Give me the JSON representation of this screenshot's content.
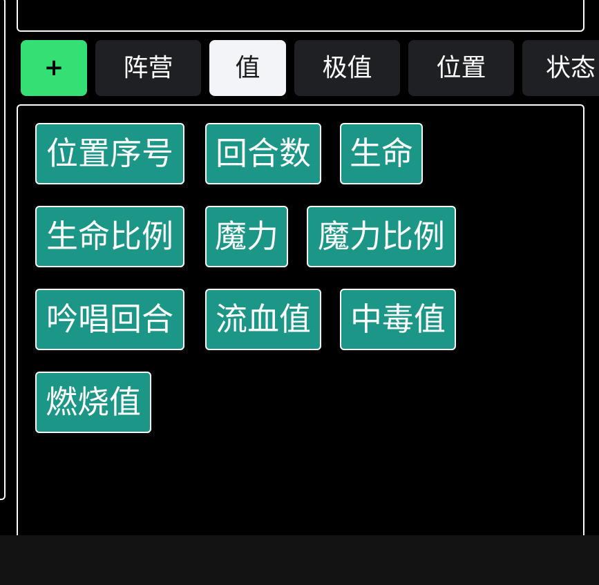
{
  "tabs": {
    "add_label": "+",
    "items": [
      "阵营",
      "值",
      "极值",
      "位置",
      "状态"
    ],
    "active_index": 1
  },
  "chips": [
    "位置序号",
    "回合数",
    "生命",
    "生命比例",
    "魔力",
    "魔力比例",
    "吟唱回合",
    "流血值",
    "中毒值",
    "燃烧值"
  ],
  "colors": {
    "background": "#000000",
    "add_button": "#34df74",
    "tab_inactive": "#1f2023",
    "tab_active": "#f3f4f8",
    "chip": "#1b9687",
    "footer": "#131313"
  }
}
